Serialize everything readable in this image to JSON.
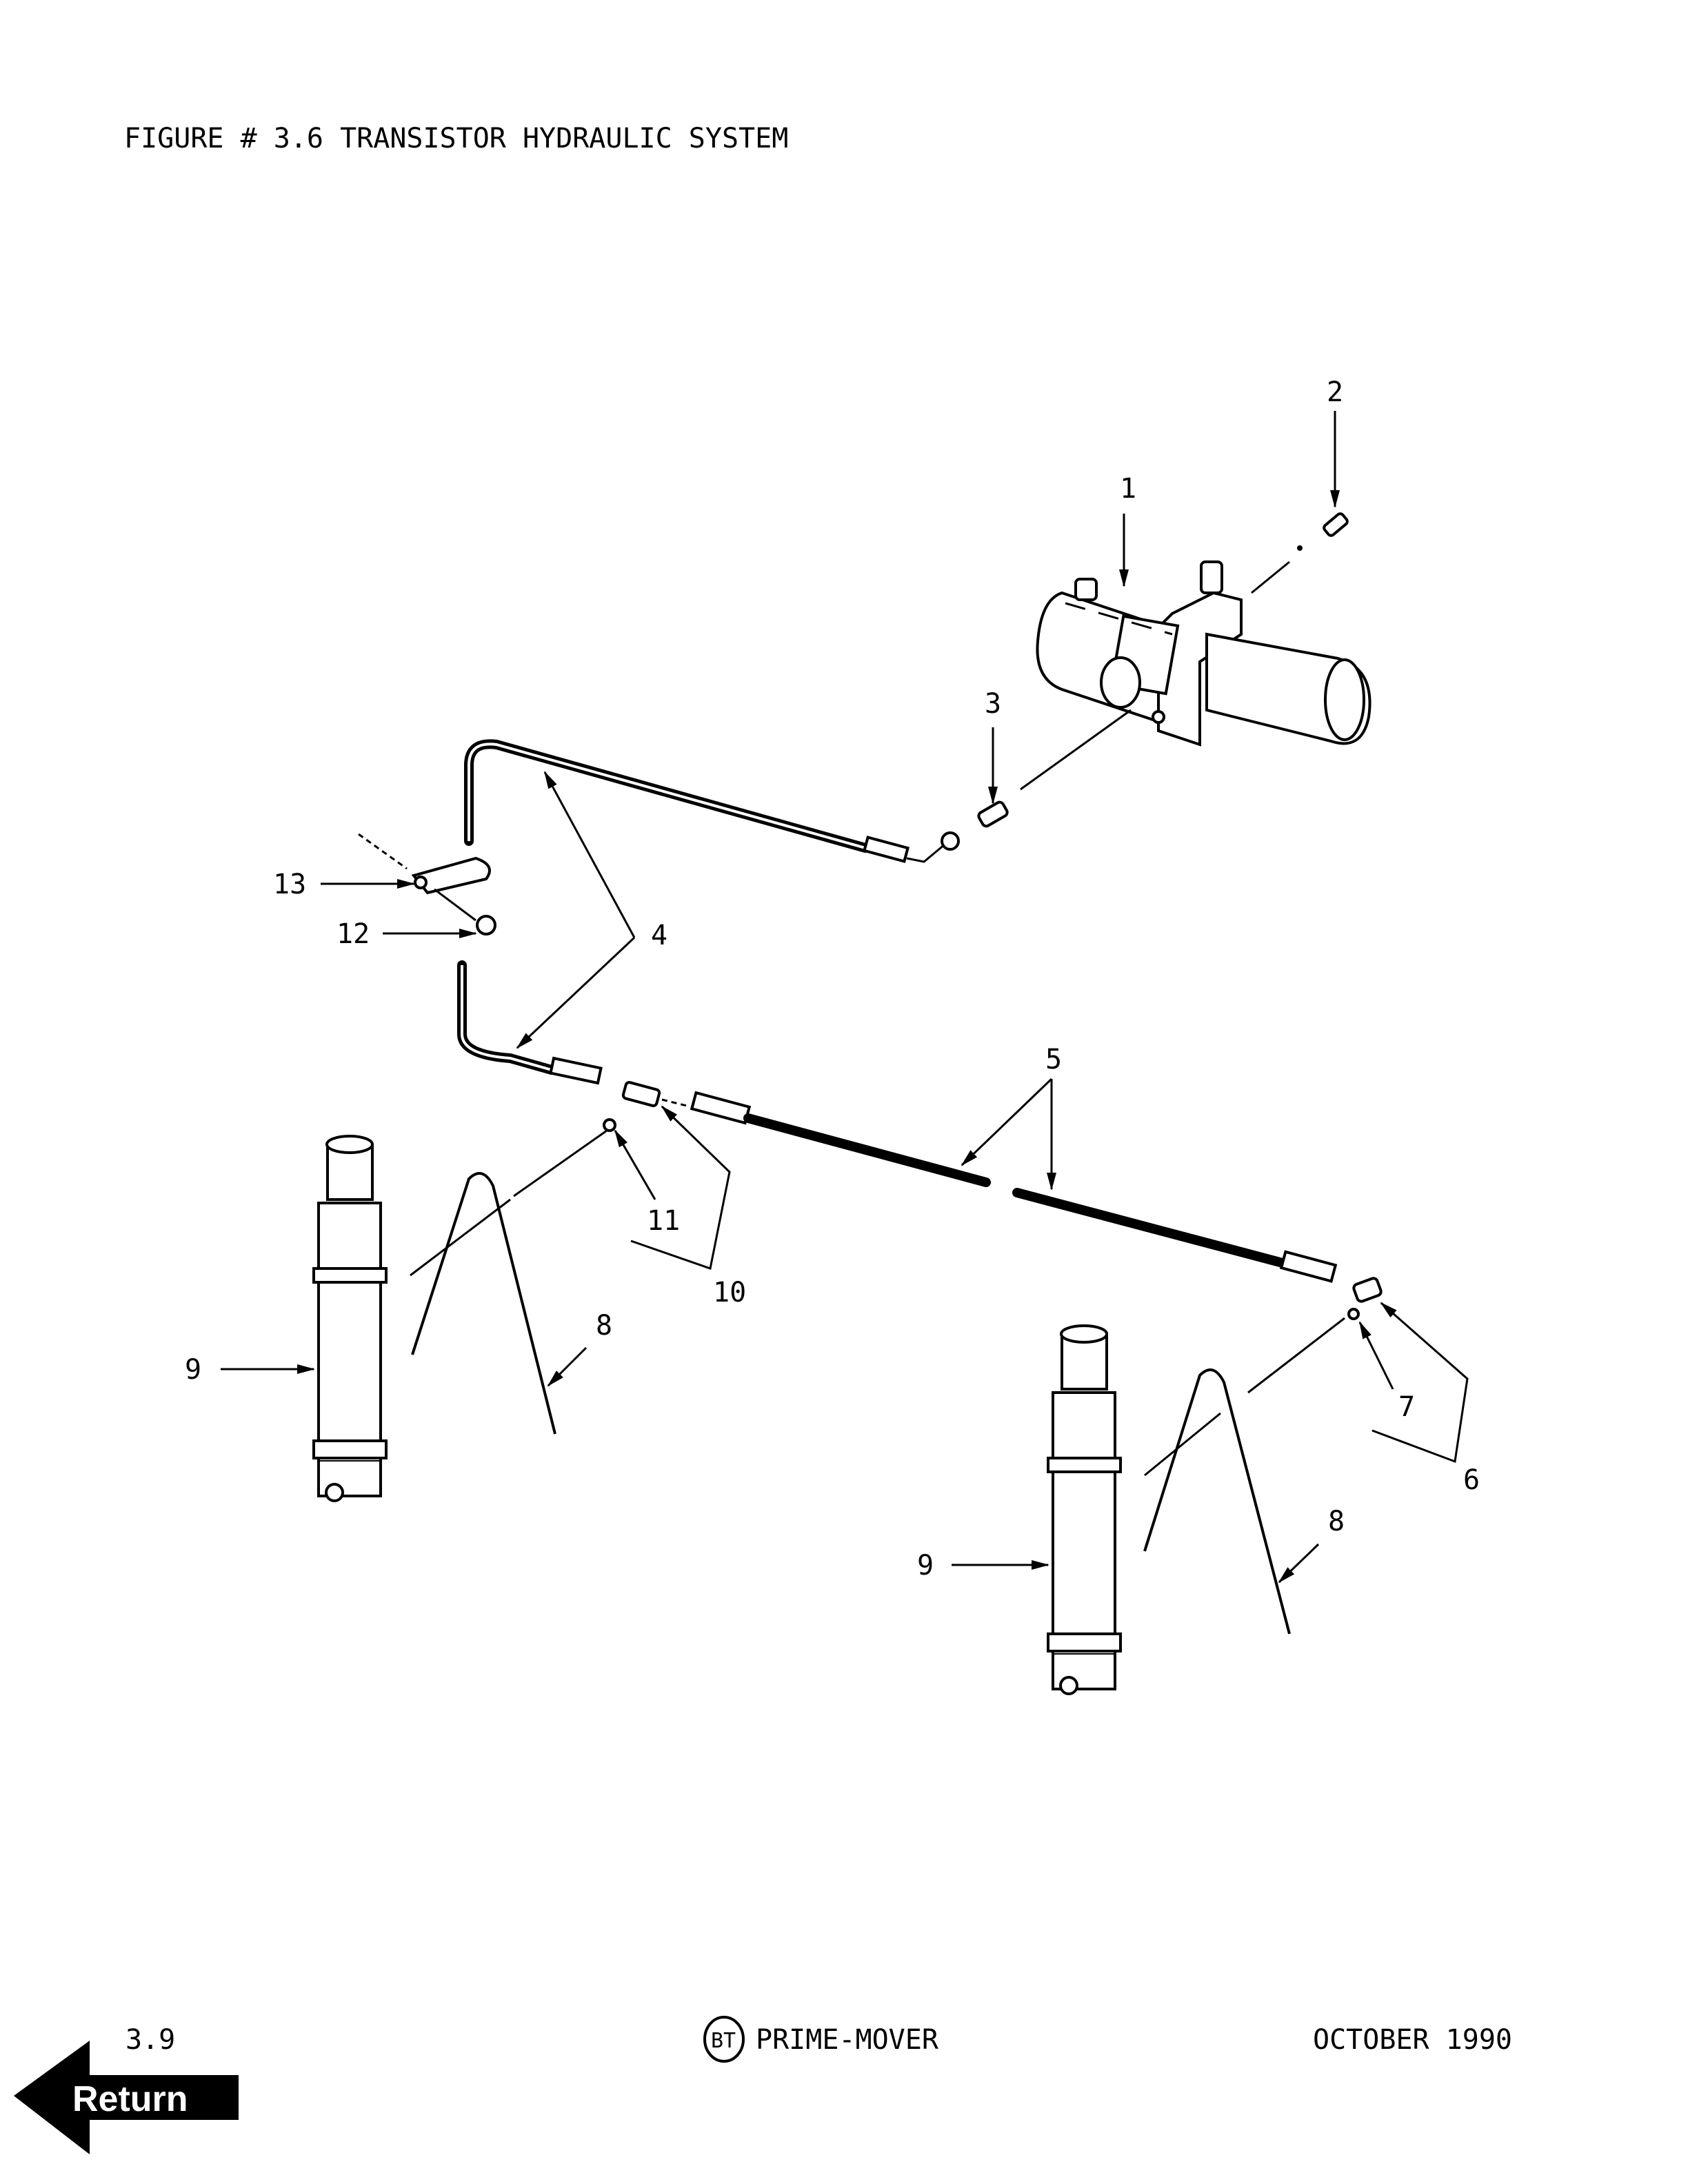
{
  "header": {
    "title": "FIGURE # 3.6 TRANSISTOR HYDRAULIC SYSTEM"
  },
  "callouts": [
    "1",
    "2",
    "3",
    "4",
    "5",
    "6",
    "7",
    "8",
    "9",
    "10",
    "11",
    "12",
    "13"
  ],
  "footer": {
    "page_number": "3.9",
    "logo_text": "BT",
    "product": "PRIME-MOVER",
    "date": "OCTOBER 1990"
  },
  "nav": {
    "return_label": "Return",
    "return_icon": "left-arrow-icon"
  }
}
